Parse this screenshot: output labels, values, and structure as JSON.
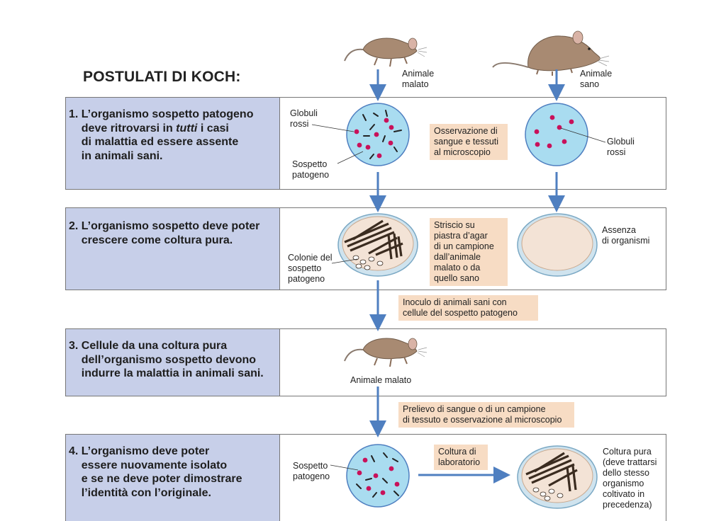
{
  "title": "POSTULATI DI KOCH:",
  "colors": {
    "panel_blue": "#c7cfe9",
    "note_peach": "#f7dcc4",
    "arrow_blue": "#4f7fc0",
    "dish_blue": "#a9dcf0",
    "pathogen_magenta": "#c8115a",
    "agar": "#f3e3d6"
  },
  "steps": [
    {
      "text": "1. L’organismo sospetto patogeno\n    deve ritrovarsi in tutti i casi\n    di malattia ed essere assente\n    in animali sani."
    },
    {
      "text": "2. L’organismo sospetto deve poter\n    crescere come coltura pura."
    },
    {
      "text": "3. Cellule da una coltura pura\n    dell’organismo sospetto devono\n    indurre la malattia in animali sani."
    },
    {
      "text": "4. L’organismo deve poter\n    essere nuovamente isolato\n    e se ne deve poter dimostrare\n    l’identità con l’originale."
    }
  ],
  "labels": {
    "animale_malato_top": "Animale\nmalato",
    "animale_sano_top": "Animale\nsano",
    "globuli_rossi_left": "Globuli\nrossi",
    "sospetto_patogeno_1": "Sospetto\npatogeno",
    "globuli_rossi_right": "Globuli\nrossi",
    "colonie": "Colonie del\nsospetto\npatogeno",
    "assenza": "Assenza\ndi organismi",
    "animale_malato_3": "Animale malato",
    "sospetto_patogeno_4": "Sospetto\npatogeno",
    "coltura_pura": "Coltura pura\n(deve trattarsi\ndello stesso\norganismo\ncoltivato in\nprecedenza)"
  },
  "notes": {
    "osservazione": "Osservazione di\nsangue e tessuti\nal microscopio",
    "striscio": "Striscio su\npiastra d’agar\ndi un campione\ndall’animale\nmalato o da\nquello sano",
    "inoculo": "Inoculo di animali sani con\ncellule del sospetto patogeno",
    "prelievo": "Prelievo di sangue o di un campione\ndi tessuto e osservazione al microscopio",
    "coltura_lab": "Coltura di\nlaboratorio"
  },
  "icons": [
    "sick-mouse-icon",
    "healthy-mouse-icon",
    "microscope-slide-icon",
    "petri-dish-icon"
  ]
}
